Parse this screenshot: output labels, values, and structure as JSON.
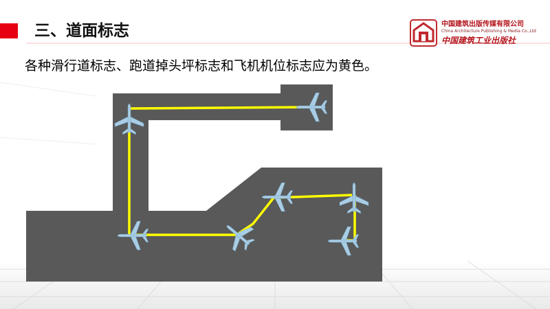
{
  "header": {
    "title": "三、道面标志"
  },
  "publisher": {
    "name_cn": "中国建筑出版传媒有限公司",
    "name_en": "China Architecture Publishing & Media Co.,Ltd",
    "name_script": "中国建筑工业出版社"
  },
  "content": {
    "statement": "各种滑行道标志、跑道掉头坪标志和飞机机位标志应为黄色。"
  },
  "colors": {
    "accent": "#e60012",
    "pavement": "#595959",
    "marking": "#ffff00",
    "aircraft": "#a9cde4"
  },
  "icons": {
    "aircraft": "airplane-icon",
    "logo": "publisher-logo"
  }
}
